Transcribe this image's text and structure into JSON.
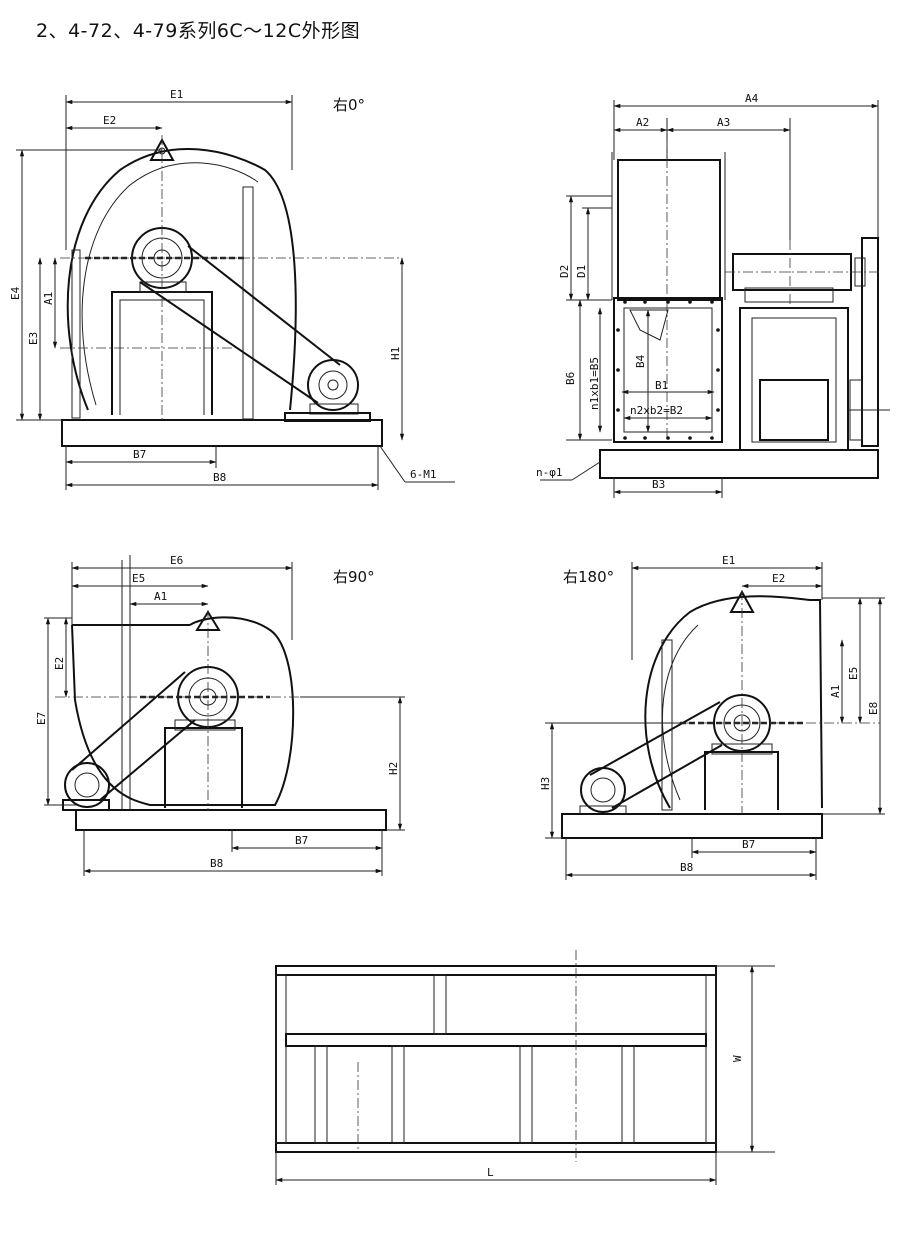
{
  "title": "2、4-72、4-79系列6C～12C外形图",
  "views": {
    "right0": "右0°",
    "right90": "右90°",
    "right180": "右180°"
  },
  "dims": {
    "v1": {
      "E1": "E1",
      "E2": "E2",
      "E4": "E4",
      "E3": "E3",
      "A1": "A1",
      "H1": "H1",
      "B7": "B7",
      "B8": "B8",
      "M1": "6-M1"
    },
    "side": {
      "A4": "A4",
      "A2": "A2",
      "A3": "A3",
      "D2": "D2",
      "D1": "D1",
      "B6": "B6",
      "n1b1": "n1xb1=B5",
      "B4": "B4",
      "B1": "B1",
      "n2b2": "n2xb2=B2",
      "phi": "n-φ1",
      "B3": "B3"
    },
    "v2": {
      "E6": "E6",
      "E5": "E5",
      "A1": "A1",
      "E2": "E2",
      "E7": "E7",
      "H2": "H2",
      "B7": "B7",
      "B8": "B8"
    },
    "v3": {
      "E1": "E1",
      "E2": "E2",
      "A1": "A1",
      "E5": "E5",
      "E8": "E8",
      "H3": "H3",
      "B7": "B7",
      "B8": "B8"
    },
    "base": {
      "W": "W",
      "L": "L"
    }
  }
}
